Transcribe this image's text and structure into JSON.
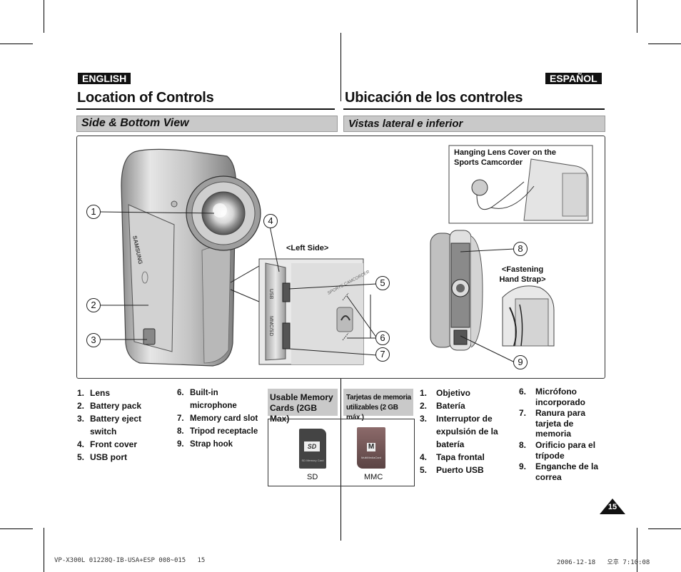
{
  "left": {
    "lang": "ENGLISH",
    "title": "Location of Controls",
    "subtitle": "Side & Bottom View",
    "items_a": [
      {
        "n": "1.",
        "t": "Lens"
      },
      {
        "n": "2.",
        "t": "Battery pack"
      },
      {
        "n": "3.",
        "t": "Battery eject switch"
      },
      {
        "n": "4.",
        "t": "Front cover"
      },
      {
        "n": "5.",
        "t": "USB port"
      }
    ],
    "items_b": [
      {
        "n": "6.",
        "t": "Built-in microphone"
      },
      {
        "n": "7.",
        "t": "Memory card slot"
      },
      {
        "n": "8.",
        "t": "Tripod receptacle"
      },
      {
        "n": "9.",
        "t": "Strap hook"
      }
    ]
  },
  "right": {
    "lang": "ESPAÑOL",
    "title": "Ubicación de los controles",
    "subtitle": "Vistas lateral e inferior",
    "items_a": [
      {
        "n": "1.",
        "t": "Objetivo"
      },
      {
        "n": "2.",
        "t": "Batería"
      },
      {
        "n": "3.",
        "t": "Interruptor de expulsión de la batería"
      },
      {
        "n": "4.",
        "t": "Tapa frontal"
      },
      {
        "n": "5.",
        "t": "Puerto USB"
      }
    ],
    "items_b": [
      {
        "n": "6.",
        "t": "Micrófono incorporado"
      },
      {
        "n": "7.",
        "t": "Ranura para tarjeta de memoria"
      },
      {
        "n": "8.",
        "t": "Orificio para el trípode"
      },
      {
        "n": "9.",
        "t": "Enganche de la correa"
      }
    ]
  },
  "figure": {
    "lens_cover_label": "Hanging Lens Cover on the Sports Camcorder",
    "left_side_label": "<Left Side>",
    "strap_label": "<Fastening Hand Strap>",
    "callouts": [
      "1",
      "2",
      "3",
      "4",
      "5",
      "6",
      "7",
      "8",
      "9"
    ],
    "brand": "SAMSUNG",
    "sports_text": "SPORTS CAMCORDER",
    "usb_text": "USB",
    "mmc_sd_text": "MMC/SD"
  },
  "cards": {
    "en_header": "Usable Memory Cards (2GB Max)",
    "es_header": "Tarjetas de memoria utilizables (2 GB máx.)",
    "sd_label": "SD",
    "mmc_label": "MMC",
    "sd_card_text": "SD Memory Card",
    "mmc_card_text": "MultiMediaCard"
  },
  "page_number": "15",
  "footer": {
    "left": "VP-X300L 01228Q-IB-USA+ESP 008~015   15",
    "right": "2006-12-18   오후 7:10:08"
  }
}
